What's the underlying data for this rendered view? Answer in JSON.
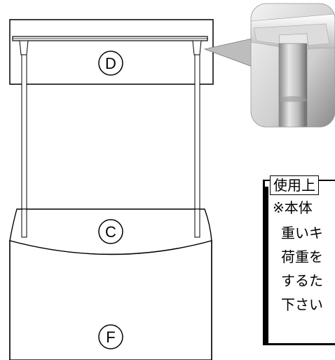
{
  "labels": {
    "d": "D",
    "c": "C",
    "f": "F"
  },
  "notice": {
    "title": "使用上",
    "lines": [
      "※本体",
      "重いキ",
      "荷重を",
      "するた",
      "下さい"
    ]
  }
}
